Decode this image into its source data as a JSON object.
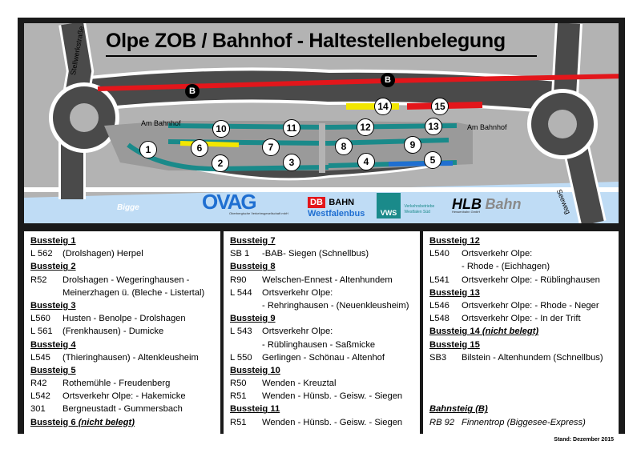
{
  "title": "Olpe ZOB /  Bahnhof - Haltestellenbelegung",
  "map": {
    "road_labels": {
      "stellwerkstrasse": "Stellwerkstraße",
      "am_bahnhof_left": "Am Bahnhof",
      "am_bahnhof_right": "Am Bahnhof",
      "seeweg": "Seeweg",
      "bigge": "Bigge"
    },
    "stops": [
      "1",
      "2",
      "3",
      "4",
      "5",
      "6",
      "7",
      "8",
      "9",
      "10",
      "11",
      "12",
      "13",
      "14",
      "15"
    ],
    "rail_stop_label": "B",
    "colors": {
      "platform": "#1a8a8a",
      "yellow": "#f2e600",
      "red": "#e3161b",
      "blue": "#1f6fd1",
      "water": "#bfdcf5",
      "road": "#4a4a4a",
      "ground": "#b3b3b3"
    }
  },
  "logos": {
    "ovag": "OVAG",
    "ovag_sub": "Oberbergische Verkehrsgesellschaft mbH",
    "db": "DB",
    "db_bahn": "BAHN",
    "db_westfalen": "Westfalenbus",
    "vws": "VWS",
    "vws_sub1": "Verkehrsbetriebe",
    "vws_sub2": "Westfalen Süd",
    "hlb": "HLB",
    "hlb_bahn": "Bahn",
    "hlb_sub": "Hessenbahn GmbH"
  },
  "columns": [
    [
      {
        "h": "Bussteig 1"
      },
      {
        "c": "L 562",
        "t": "(Drolshagen) Herpel"
      },
      {
        "h": "Bussteig 2"
      },
      {
        "c": "R52",
        "t": "Drolshagen - Wegeringhausen -"
      },
      {
        "c": "",
        "t": "Meinerzhagen ü. (Bleche - Listertal)"
      },
      {
        "h": "Bussteig 3"
      },
      {
        "c": "L560",
        "t": "Husten - Benolpe - Drolshagen"
      },
      {
        "c": "L 561",
        "t": "(Frenkhausen) - Dumicke"
      },
      {
        "h": "Bussteig 4"
      },
      {
        "c": "L545",
        "t": "(Thieringhausen) - Altenkleusheim"
      },
      {
        "h": "Bussteig 5"
      },
      {
        "c": "R42",
        "t": "Rothemühle - Freudenberg"
      },
      {
        "c": "L542",
        "t": "Ortsverkehr Olpe: - Hakemicke"
      },
      {
        "c": "301",
        "t": "Bergneustadt - Gummersbach"
      },
      {
        "h": "Bussteig 6",
        "n": "(nicht belegt)"
      }
    ],
    [
      {
        "h": "Bussteig 7"
      },
      {
        "c": "SB 1",
        "t": "-BAB- Siegen (Schnellbus)"
      },
      {
        "h": "Bussteig 8"
      },
      {
        "c": "R90",
        "t": "Welschen-Ennest - Altenhundem"
      },
      {
        "c": "L 544",
        "t": "Ortsverkehr Olpe:"
      },
      {
        "c": "",
        "t": "- Rehringhausen - (Neuenkleusheim)"
      },
      {
        "h": "Bussteig 9"
      },
      {
        "c": "L 543",
        "t": "Ortsverkehr Olpe:"
      },
      {
        "c": "",
        "t": "- Rüblinghausen - Saßmicke"
      },
      {
        "c": "L 550",
        "t": "Gerlingen - Schönau - Altenhof"
      },
      {
        "h": "Bussteig 10"
      },
      {
        "c": "R50",
        "t": "Wenden - Kreuztal"
      },
      {
        "c": "R51",
        "t": "Wenden - Hünsb. - Geisw. - Siegen"
      },
      {
        "h": "Bussteig 11"
      },
      {
        "c": "R51",
        "t": "Wenden - Hünsb. - Geisw. - Siegen"
      }
    ],
    [
      {
        "h": "Bussteig 12"
      },
      {
        "c": "L540",
        "t": "Ortsverkehr Olpe:"
      },
      {
        "c": "",
        "t": "- Rhode - (Eichhagen)"
      },
      {
        "c": "L541",
        "t": "Ortsverkehr Olpe: - Rüblinghausen"
      },
      {
        "h": "Bussteig 13"
      },
      {
        "c": "L546",
        "t": "Ortsverkehr Olpe: - Rhode - Neger"
      },
      {
        "c": "L548",
        "t": "Ortsverkehr Olpe: - In der Trift"
      },
      {
        "h": "Bussteig 14",
        "n": "(nicht belegt)"
      },
      {
        "h": "Bussteig 15"
      },
      {
        "c": "SB3",
        "t": "Bilstein - Altenhundem (Schnellbus)"
      },
      {
        "e": true
      },
      {
        "e": true
      },
      {
        "e": true
      },
      {
        "hi": "Bahnsteig (B)"
      },
      {
        "ci": "RB 92",
        "ti": "Finnentrop (Biggesee-Express)"
      }
    ]
  ],
  "footer": "Stand: Dezember 2015"
}
